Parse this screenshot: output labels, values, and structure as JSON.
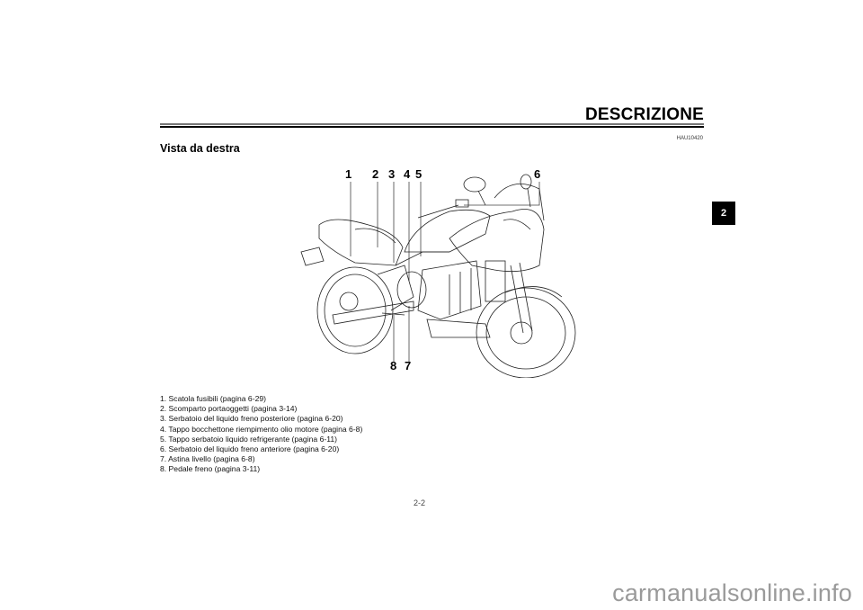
{
  "header": {
    "title": "DESCRIZIONE",
    "code": "HAU10420"
  },
  "section": {
    "title": "Vista da destra"
  },
  "chapter_tab": {
    "label": "2",
    "color": "#000000"
  },
  "figure": {
    "description": "motorcycle-right-side-line-drawing",
    "callouts": [
      "1",
      "2",
      "3",
      "4",
      "5",
      "6",
      "8",
      "7"
    ]
  },
  "legend": {
    "items": [
      "1. Scatola fusibili (pagina 6-29)",
      "2. Scomparto portaoggetti (pagina 3-14)",
      "3. Serbatoio del liquido freno posteriore (pagina 6-20)",
      "4. Tappo bocchettone riempimento olio motore (pagina 6-8)",
      "5. Tappo serbatoio liquido refrigerante (pagina 6-11)",
      "6. Serbatoio del liquido freno anteriore (pagina 6-20)",
      "7. Astina livello (pagina 6-8)",
      "8. Pedale freno (pagina 3-11)"
    ]
  },
  "footer": {
    "page_number": "2-2",
    "watermark": "carmanualsonline.info"
  }
}
